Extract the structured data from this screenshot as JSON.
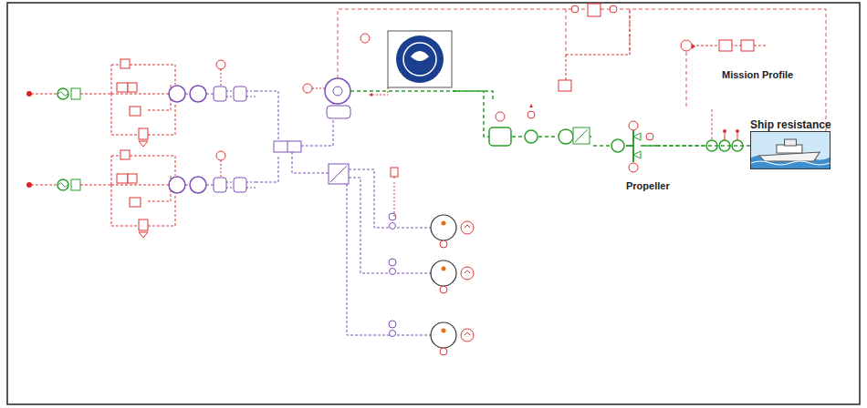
{
  "diagram": {
    "nodes": [
      {
        "text": [
          "Propeller"
        ]
      },
      {
        "text": [
          "Ship resistance"
        ]
      }
    ],
    "edges": [
      {
        "from": 0,
        "to": 1,
        "arrow": "none"
      }
    ],
    "labels": [
      "Mission Profile"
    ]
  }
}
